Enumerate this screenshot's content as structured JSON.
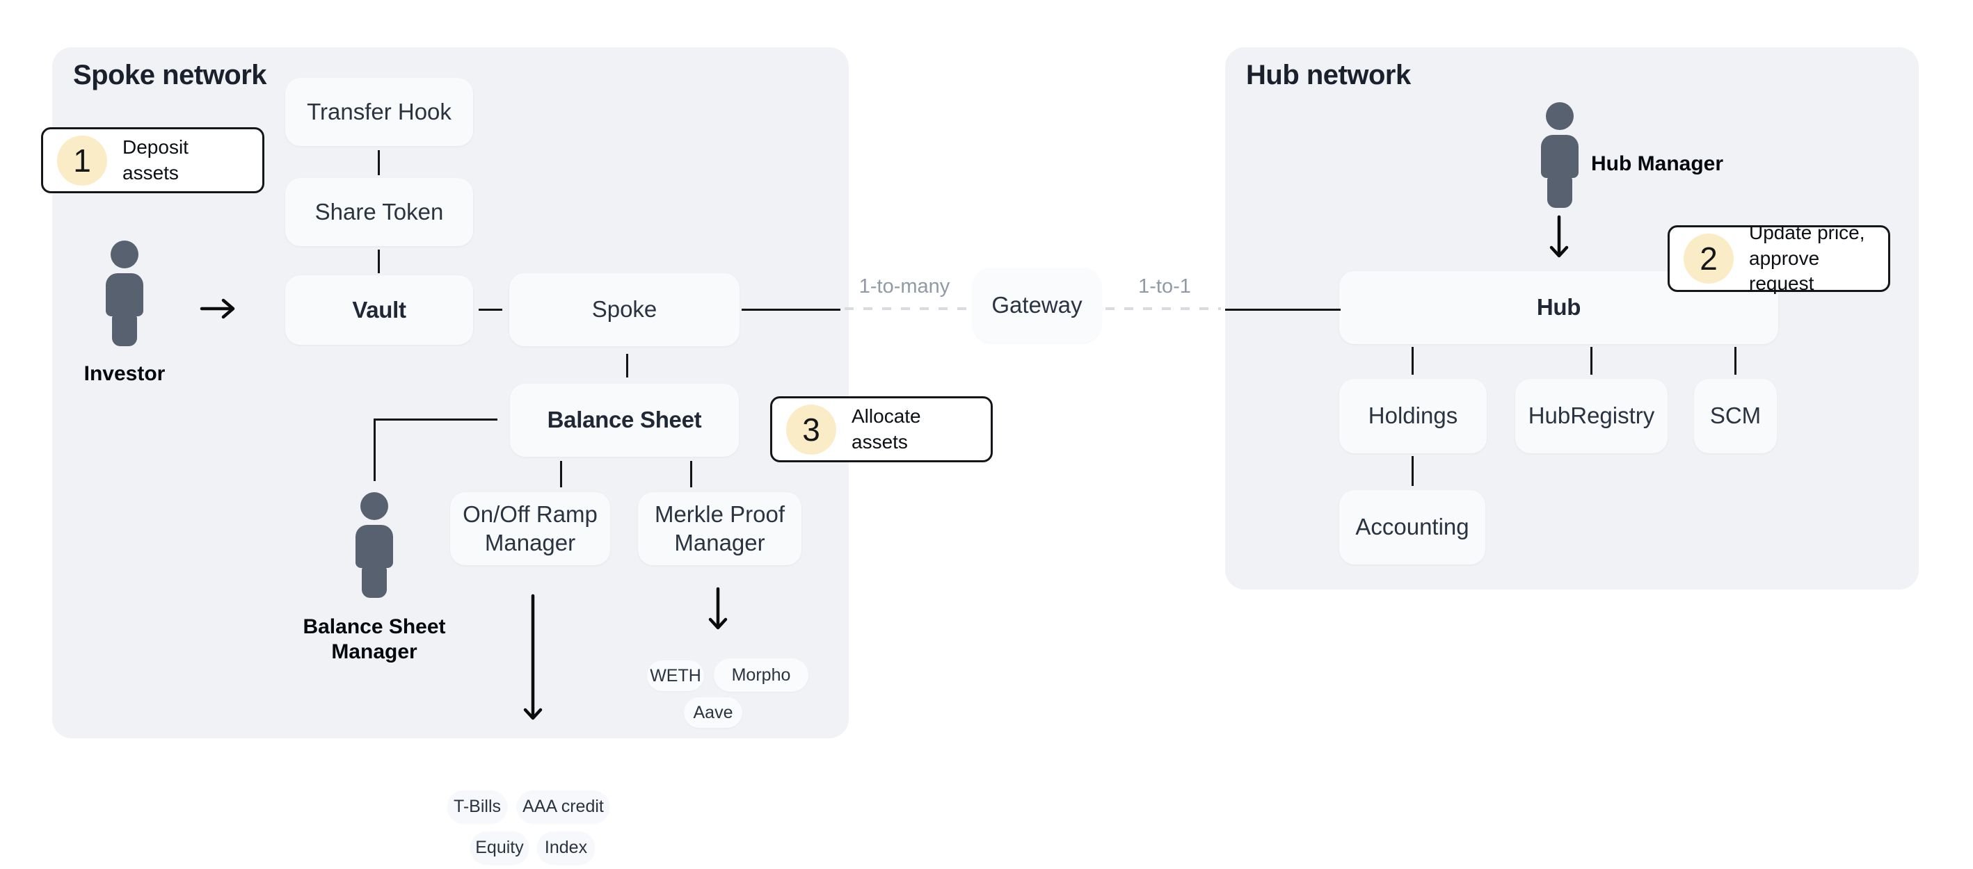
{
  "spoke_network": {
    "title": "Spoke network",
    "nodes": {
      "transfer_hook": "Transfer Hook",
      "share_token": "Share Token",
      "vault": "Vault",
      "spoke": "Spoke",
      "balance_sheet": "Balance Sheet",
      "onoff_ramp_manager": "On/Off Ramp Manager",
      "merkle_proof_manager": "Merkle Proof Manager"
    },
    "actors": {
      "investor": "Investor",
      "balance_sheet_manager": "Balance Sheet Manager"
    },
    "protocol_pills": [
      "WETH",
      "Morpho",
      "Aave"
    ],
    "asset_pills": [
      "T-Bills",
      "AAA credit",
      "Equity",
      "Index"
    ]
  },
  "hub_network": {
    "title": "Hub network",
    "nodes": {
      "hub": "Hub",
      "holdings": "Holdings",
      "hub_registry": "HubRegistry",
      "scm": "SCM",
      "accounting": "Accounting"
    },
    "actors": {
      "hub_manager": "Hub Manager"
    }
  },
  "gateway": {
    "label": "Gateway"
  },
  "connection_labels": {
    "one_to_many": "1-to-many",
    "one_to_one": "1-to-1"
  },
  "callouts": [
    {
      "num": "1",
      "label": "Deposit assets"
    },
    {
      "num": "2",
      "label": "Update price, approve request"
    },
    {
      "num": "3",
      "label": "Allocate assets"
    }
  ],
  "colors": {
    "panel_bg": "#f1f2f5",
    "node_bg": "#f9fafc",
    "badge_yellow": "#faecc6",
    "person_slate": "#57616f",
    "muted_label": "#909aa7"
  }
}
